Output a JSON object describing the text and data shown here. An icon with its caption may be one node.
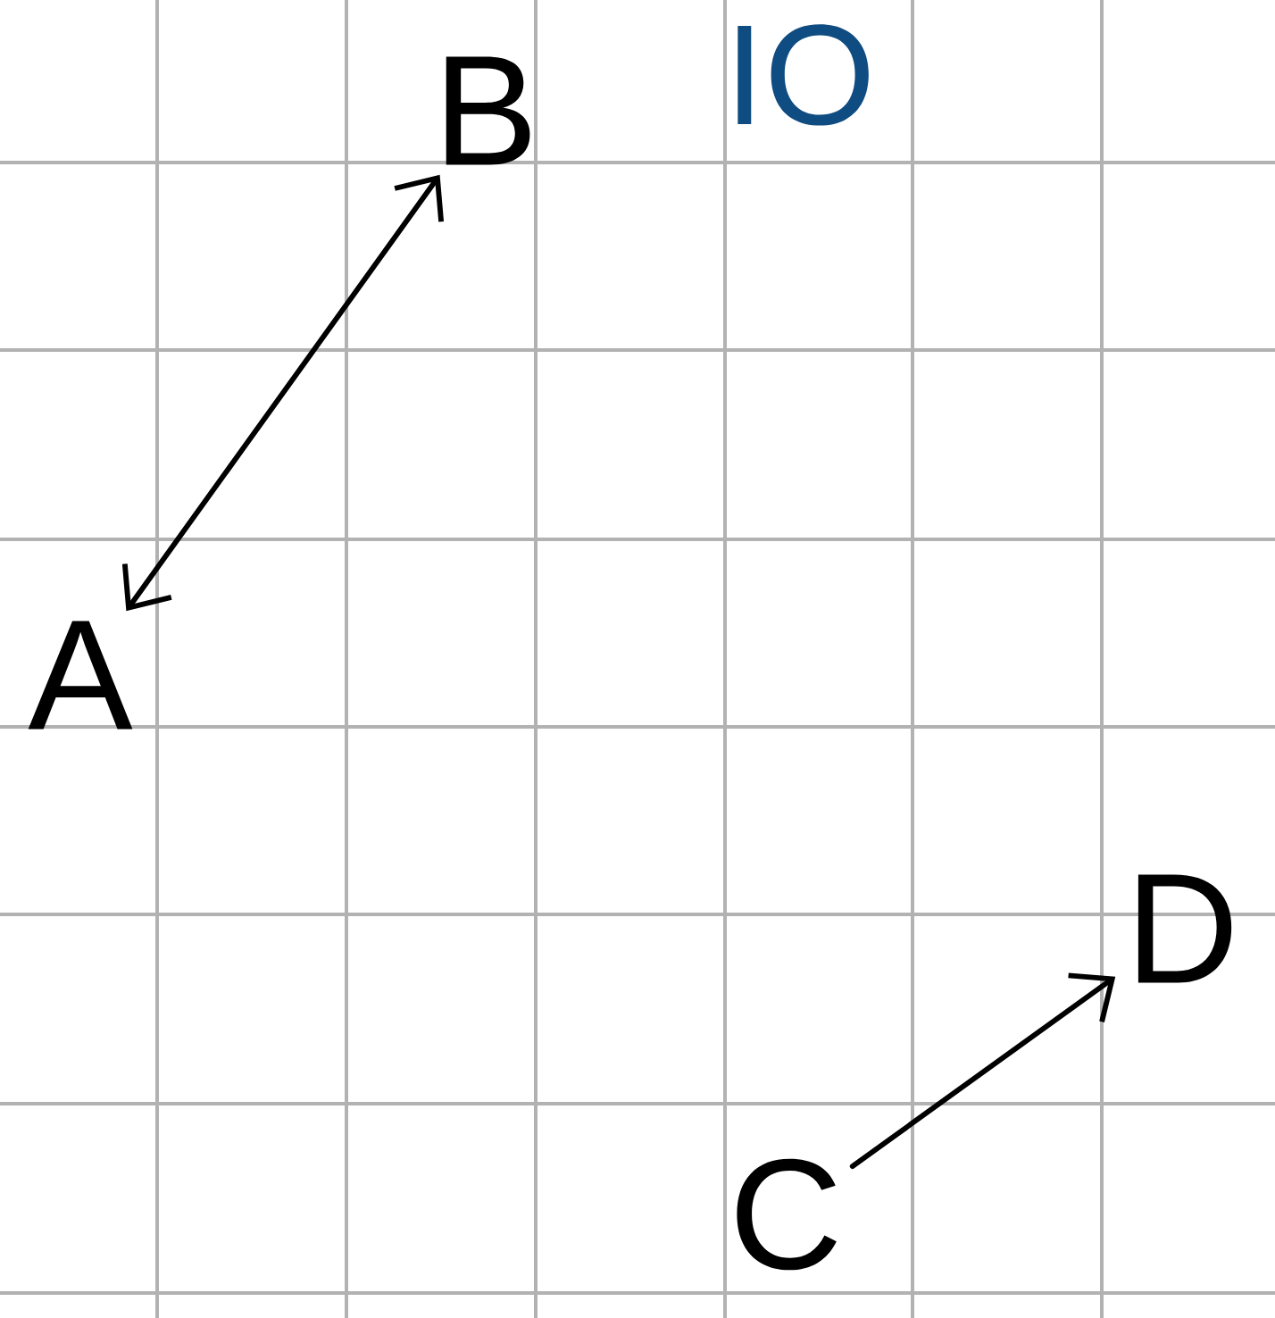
{
  "diagram": {
    "nodes": [
      {
        "text": [
          "A"
        ]
      },
      {
        "text": [
          "B"
        ]
      },
      {
        "text": [
          "C"
        ]
      },
      {
        "text": [
          "D"
        ]
      }
    ],
    "edges": [
      {
        "from": 0,
        "to": 1,
        "arrow": "both"
      },
      {
        "from": 2,
        "to": 3,
        "arrow": "to"
      }
    ],
    "labels": [
      "IO"
    ]
  }
}
